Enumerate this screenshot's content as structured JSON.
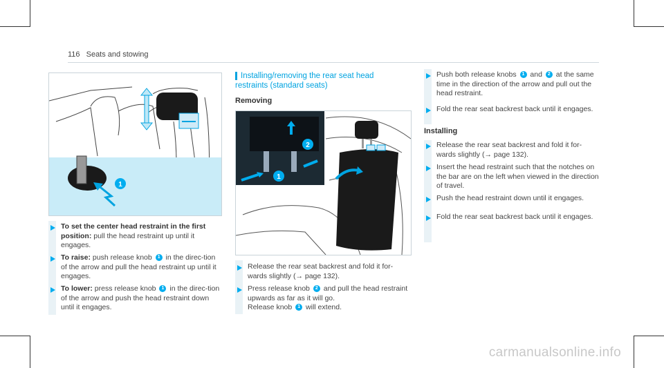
{
  "header": {
    "page_number": "116",
    "section": "Seats and stowing"
  },
  "left": {
    "steps": [
      {
        "lead": "To set the center head restraint in the first position:",
        "text": " pull the head restraint up until it engages."
      },
      {
        "lead": "To raise:",
        "pre": " push release knob ",
        "knob": "1",
        "post": " in the direc-tion of the arrow and pull the head restraint up until it engages."
      },
      {
        "lead": "To lower:",
        "pre": " press release knob ",
        "knob": "1",
        "post": " in the direc-tion of the arrow and push the head restraint down until it engages."
      }
    ],
    "fig_callout": "1"
  },
  "middle": {
    "title": "Installing/removing the rear seat head restraints (standard seats)",
    "removing_heading": "Removing",
    "fig_callouts": [
      "1",
      "2"
    ],
    "steps": [
      {
        "pre": "Release the rear seat backrest and fold it for-wards slightly (",
        "ref": "→ page 132",
        "post": ")."
      },
      {
        "pre": "Press release knob ",
        "knob": "2",
        "mid": " and pull the head restraint upwards as far as it will go.",
        "line2pre": "Release knob ",
        "knob2": "1",
        "line2post": " will extend."
      }
    ]
  },
  "right": {
    "steps_top": [
      {
        "pre": "Push both release knobs ",
        "knob": "1",
        "mid": " and ",
        "knob2": "2",
        "post": " at the same time in the direction of the arrow and pull out the head restraint."
      },
      {
        "pre": "Fold the rear seat backrest back until it engages."
      }
    ],
    "installing_heading": "Installing",
    "steps_bottom": [
      {
        "pre": "Release the rear seat backrest and fold it for-wards slightly (",
        "ref": "→ page 132",
        "post": ")."
      },
      {
        "pre": "Insert the head restraint such that the notches on the bar are on the left when viewed in the direction of travel."
      },
      {
        "pre": "Push the head restraint down until it engages."
      },
      {
        "pre": "Fold the rear seat backrest back until it engages."
      }
    ]
  },
  "watermark": "carmanualsonline.info",
  "colors": {
    "accent": "#00a3e0",
    "light_bar": "#e9f2f6",
    "callout_bg": "#bfe8f7"
  }
}
